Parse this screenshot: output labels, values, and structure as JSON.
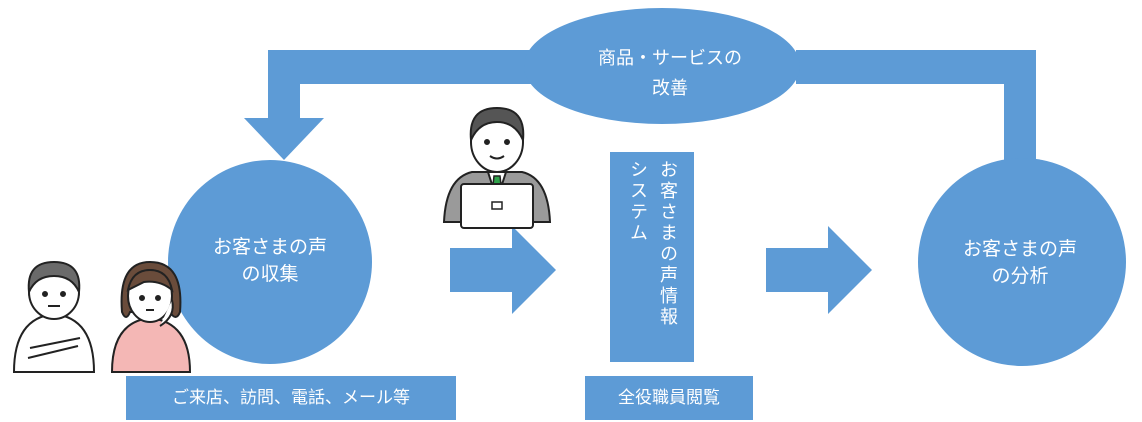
{
  "loop_label": [
    "商品・サービスの",
    "改善"
  ],
  "collect_label": [
    "お客さまの声",
    "の収集"
  ],
  "system_label_columns": [
    "お客さまの声情報",
    "システム"
  ],
  "analyze_label": [
    "お客さまの声",
    "の分析"
  ],
  "channels_label": "ご来店、訪問、電話、メール等",
  "viewers_label": "全役職員閲覧",
  "colors": {
    "accent": "#5d9bd6",
    "dark": "#222222",
    "skin": "#ffffff",
    "pink": "#f4b7b5",
    "green": "#2fa24a"
  },
  "icons": [
    "customer-man-icon",
    "customer-woman-icon",
    "staff-laptop-icon"
  ]
}
